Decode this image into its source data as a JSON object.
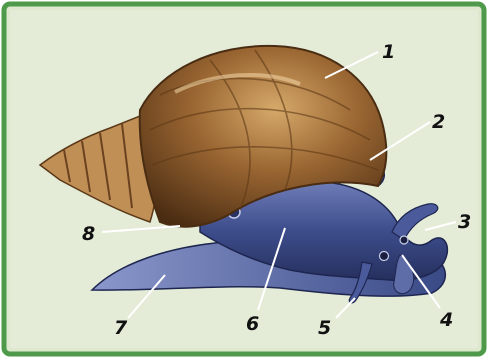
{
  "figure": {
    "subject": "snail-anatomy",
    "colors": {
      "background": "#dde8cf",
      "border": "#4e9a4a",
      "shell_main": "#8a5a2a",
      "shell_light": "#c79a5c",
      "body": "#3a4a86",
      "body_light": "#6b78b2",
      "leader": "#ffffff",
      "label_text": "#111111"
    },
    "labels": [
      {
        "id": "1",
        "text": "1"
      },
      {
        "id": "2",
        "text": "2"
      },
      {
        "id": "3",
        "text": "3"
      },
      {
        "id": "4",
        "text": "4"
      },
      {
        "id": "5",
        "text": "5"
      },
      {
        "id": "6",
        "text": "6"
      },
      {
        "id": "7",
        "text": "7"
      },
      {
        "id": "8",
        "text": "8"
      }
    ]
  }
}
